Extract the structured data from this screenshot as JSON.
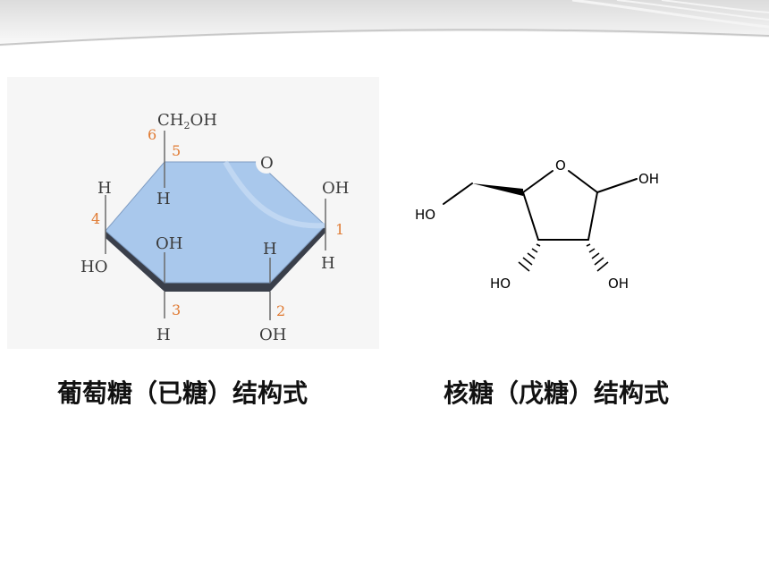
{
  "glucose": {
    "caption": "葡萄糖（已糖）结构式",
    "labels": {
      "ch2oh": "CH",
      "ch2oh_sub": "2",
      "ch2oh_tail": "OH",
      "ring_o": "O",
      "c1_oh": "OH",
      "c1_h": "H",
      "c2_h": "H",
      "c2_oh": "OH",
      "c3_oh": "OH",
      "c3_h": "H",
      "c4_h": "H",
      "c4_ho": "HO",
      "c5_h": "H"
    },
    "carbon_numbers": [
      "1",
      "2",
      "3",
      "4",
      "5",
      "6"
    ],
    "colors": {
      "ring_fill": "#a9c8ec",
      "ring_edge": "#3a3f4a",
      "number": "#e07a32",
      "panel": "#f4f4f4"
    }
  },
  "ribose": {
    "caption": "核糖（戊糖）结构式",
    "labels": {
      "ring_o": "O",
      "oh_right": "OH",
      "ho_left": "HO",
      "ho_bottom_left": "HO",
      "oh_bottom_right": "OH"
    }
  }
}
